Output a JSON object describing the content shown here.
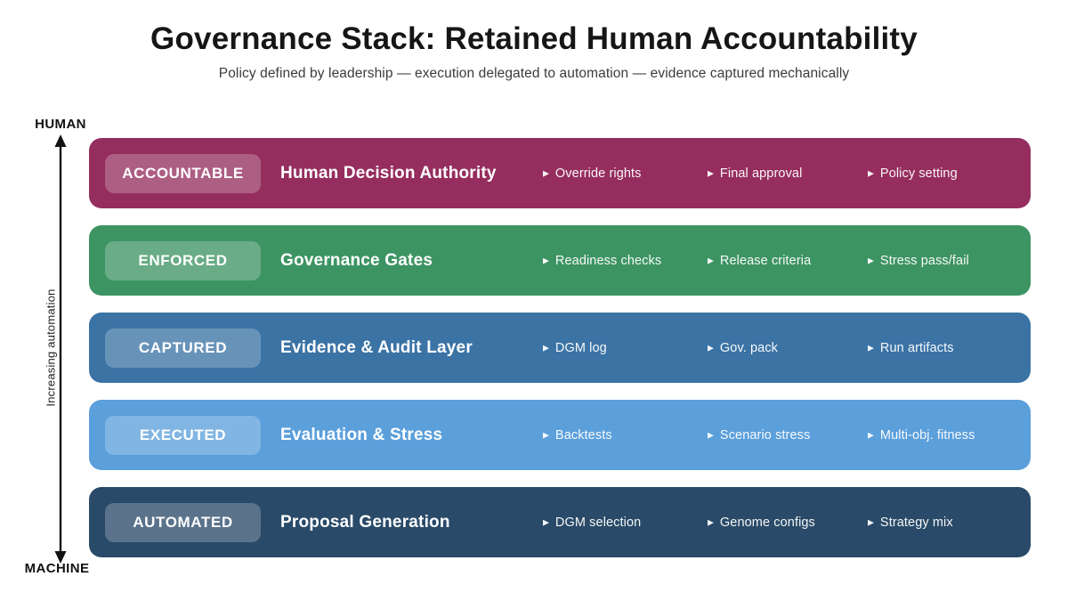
{
  "header": {
    "title": "Governance Stack: Retained Human Accountability",
    "subtitle": "Policy defined by leadership — execution delegated to automation — evidence captured mechanically"
  },
  "axis": {
    "top_label": "HUMAN",
    "bottom_label": "MACHINE",
    "side_label": "Increasing automation",
    "arrow_color": "#111111"
  },
  "bullet_icon": "▶",
  "layers": [
    {
      "badge": "ACCOUNTABLE",
      "title": "Human Decision Authority",
      "color": "#952E5E",
      "items": [
        "Override rights",
        "Final approval",
        "Policy setting"
      ]
    },
    {
      "badge": "ENFORCED",
      "title": "Governance Gates",
      "color": "#3D9463",
      "items": [
        "Readiness checks",
        "Release criteria",
        "Stress pass/fail"
      ]
    },
    {
      "badge": "CAPTURED",
      "title": "Evidence & Audit Layer",
      "color": "#3B73A5",
      "items": [
        "DGM log",
        "Gov. pack",
        "Run artifacts"
      ]
    },
    {
      "badge": "EXECUTED",
      "title": "Evaluation & Stress",
      "color": "#5B9FDB",
      "items": [
        "Backtests",
        "Scenario stress",
        "Multi-obj. fitness"
      ]
    },
    {
      "badge": "AUTOMATED",
      "title": "Proposal Generation",
      "color": "#294A68",
      "items": [
        "DGM selection",
        "Genome configs",
        "Strategy mix"
      ]
    }
  ]
}
